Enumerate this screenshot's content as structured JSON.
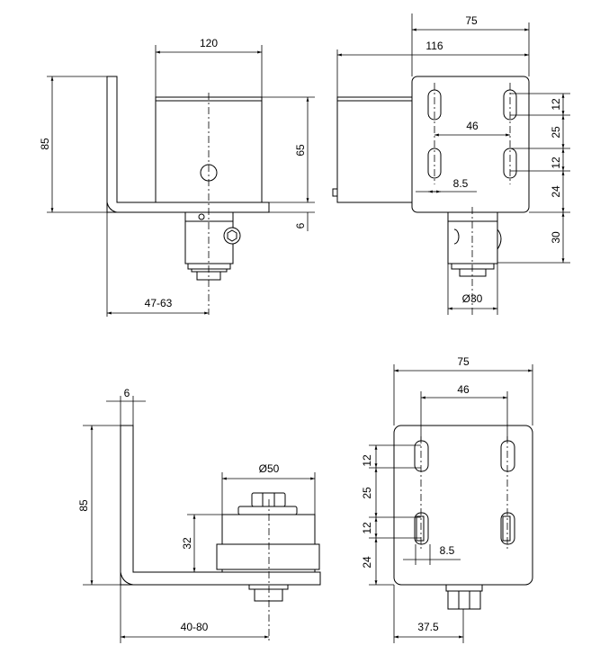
{
  "side_view_top": {
    "width": "120",
    "height": "85",
    "roller_height": "65",
    "plate_thickness": "6",
    "offset": "47-63"
  },
  "front_view_top": {
    "plate_width": "75",
    "overall_length": "116",
    "slot_spacing_h": "46",
    "slot_width": "8.5",
    "slot_len_1": "12",
    "slot_spacing_v": "25",
    "slot_len_2": "12",
    "bottom_margin": "24",
    "roller_drop": "30",
    "roller_dia": "Ø30"
  },
  "side_view_bottom": {
    "plate_thickness": "6",
    "height": "85",
    "roller_dia": "Ø50",
    "roller_height": "32",
    "offset": "40-80"
  },
  "front_view_bottom": {
    "plate_width": "75",
    "slot_spacing_h": "46",
    "slot_len_1": "12",
    "slot_spacing_v": "25",
    "slot_len_2": "12",
    "bottom_margin": "24",
    "slot_width": "8.5",
    "center_offset": "37.5"
  }
}
